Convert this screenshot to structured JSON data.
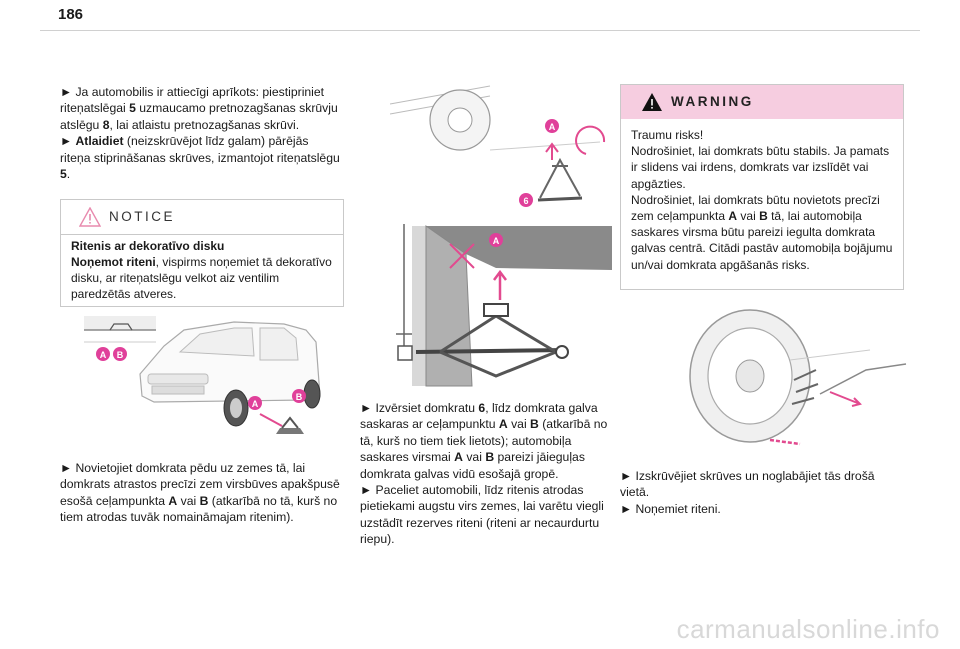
{
  "page_number": "186",
  "col1": {
    "para1": [
      {
        "text": "► Ja automobilis ir attiecīgi aprīkots: piestipriniet riteņatslēgai "
      },
      {
        "text": "5",
        "bold": true
      },
      {
        "text": " uzmaucamo pretnozagšanas skrūvju atslēgu "
      },
      {
        "text": "8",
        "bold": true
      },
      {
        "text": ", lai atlaistu pretnozagšanas skrūvi."
      }
    ],
    "para2": [
      {
        "text": "► "
      },
      {
        "text": "Atlaidiet",
        "bold": true
      },
      {
        "text": " (neizskrūvējot līdz galam) pārējās riteņa stiprināšanas skrūves, izmantojot riteņatslēgu "
      },
      {
        "text": "5",
        "bold": true
      },
      {
        "text": "."
      }
    ],
    "para3": [
      {
        "text": "► Novietojiet domkrata pēdu uz zemes tā, lai domkrats atrastos precīzi zem virsbūves apakšpusē esošā ceļampunkta "
      },
      {
        "text": "A",
        "bold": true
      },
      {
        "text": " vai "
      },
      {
        "text": "B",
        "bold": true
      },
      {
        "text": " (atkarībā no tā, kurš no tiem atrodas tuvāk nomaināmajam ritenim)."
      }
    ]
  },
  "notice": {
    "title": "NOTICE",
    "body": [
      {
        "text": "Ritenis ar dekoratīvo disku",
        "bold": true,
        "br": true
      },
      {
        "text": "Noņemot riteni",
        "bold": true
      },
      {
        "text": ", vispirms noņemiet tā dekoratīvo disku, ar riteņatslēgu velkot aiz ventilim paredzētās atveres."
      }
    ]
  },
  "col2": {
    "para1": [
      {
        "text": "► Izvērsiet domkratu "
      },
      {
        "text": "6",
        "bold": true
      },
      {
        "text": ", līdz domkrata galva saskaras ar ceļampunktu "
      },
      {
        "text": "A",
        "bold": true
      },
      {
        "text": " vai "
      },
      {
        "text": "B",
        "bold": true
      },
      {
        "text": " (atkarībā no tā, kurš no tiem tiek lietots); automobiļa saskares virsmai "
      },
      {
        "text": "A",
        "bold": true
      },
      {
        "text": " vai "
      },
      {
        "text": "B",
        "bold": true
      },
      {
        "text": " pareizi jāieguļas domkrata galvas vidū esošajā gropē."
      }
    ],
    "para2": [
      {
        "text": "► Paceliet automobili, līdz ritenis atrodas pietiekami augstu virs zemes, lai varētu viegli uzstādīt rezerves riteni (riteni ar necaurdurtu riepu)."
      }
    ]
  },
  "warning": {
    "title": "WARNING",
    "body": [
      {
        "text": "Traumu risks!",
        "br": true
      },
      {
        "text": "Nodrošiniet, lai domkrats būtu stabils. Ja pamats ir slidens vai irdens, domkrats var izslīdēt vai apgāzties.",
        "br": true
      },
      {
        "text": "Nodrošiniet, lai domkrats būtu novietots precīzi zem ceļampunkta "
      },
      {
        "text": "A",
        "bold": true
      },
      {
        "text": " vai "
      },
      {
        "text": "B",
        "bold": true
      },
      {
        "text": " tā, lai automobiļa saskares virsma būtu pareizi iegulta domkrata galvas centrā. Citādi pastāv automobiļa bojājumu un/vai domkrata apgāšanās risks."
      }
    ]
  },
  "col3": {
    "para1": [
      {
        "text": "► Izskrūvējiet skrūves un noglabājiet tās drošā vietā."
      }
    ],
    "para2": [
      {
        "text": "► Noņemiet riteni."
      }
    ]
  },
  "figure_labels": {
    "fig_car": [
      "A",
      "B",
      "A",
      "B"
    ],
    "fig_jack_top": [
      "A",
      "6"
    ],
    "fig_jack_detail": [
      "A"
    ]
  },
  "colors": {
    "label_pink": "#e0409a",
    "warning_head": "#f6cde0",
    "arrow_pink": "#e24a8f"
  },
  "watermark": "carmanualsonline.info"
}
